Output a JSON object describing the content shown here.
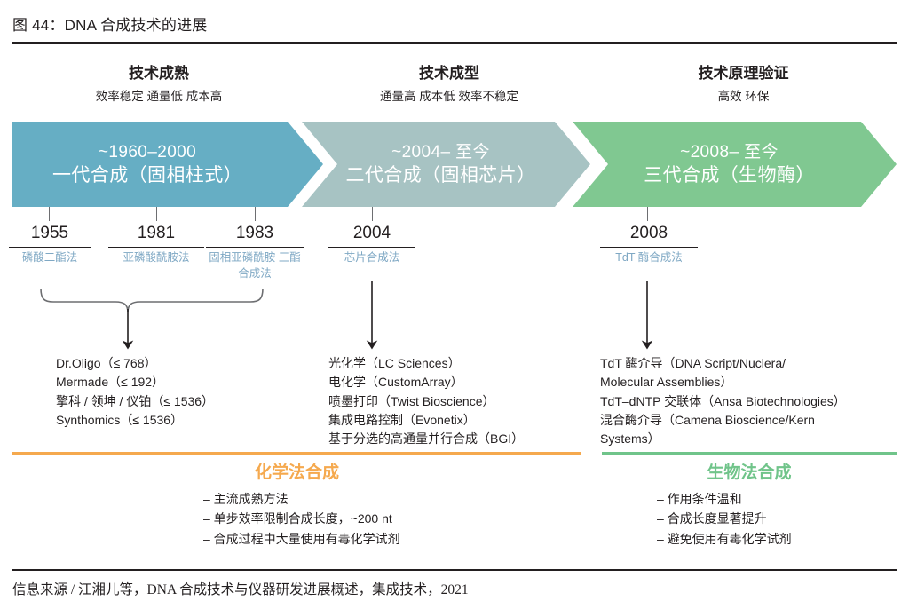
{
  "figure": {
    "title": "图 44：DNA 合成技术的进展",
    "source": "信息来源 / 江湘儿等，DNA 合成技术与仪器研发进展概述，集成技术，2021"
  },
  "colors": {
    "gen1": "#66aec4",
    "gen2": "#a7c3c3",
    "gen3": "#80c891",
    "method_label": "#7fa8c4",
    "chemical_accent": "#f5a94e",
    "biological_accent": "#70c48a",
    "ink": "#231f20",
    "connector": "#6d6e71"
  },
  "phases": [
    {
      "header_title": "技术成熟",
      "header_sub": "效率稳定 通量低 成本高",
      "banner_year": "~1960–2000",
      "banner_name": "一代合成（固相柱式）",
      "banner_color": "#66aec4"
    },
    {
      "header_title": "技术成型",
      "header_sub": "通量高 成本低 效率不稳定",
      "banner_year": "~2004– 至今",
      "banner_name": "二代合成（固相芯片）",
      "banner_color": "#a7c3c3"
    },
    {
      "header_title": "技术原理验证",
      "header_sub": "高效 环保",
      "banner_year": "~2008– 至今",
      "banner_name": "三代合成（生物酶）",
      "banner_color": "#80c891"
    }
  ],
  "milestones": [
    {
      "year": "1955",
      "method": "磷酸二酯法"
    },
    {
      "year": "1981",
      "method": "亚磷酸酰胺法"
    },
    {
      "year": "1983",
      "method": "固相亚磷酰胺\n三酯合成法"
    },
    {
      "year": "2004",
      "method": "芯片合成法"
    },
    {
      "year": "2008",
      "method": "TdT 酶合成法"
    }
  ],
  "item_lists": {
    "gen1": [
      "Dr.Oligo（≤ 768）",
      "Mermade（≤ 192）",
      "擎科 / 领坤 / 仪铂（≤ 1536）",
      "Synthomics（≤ 1536）"
    ],
    "gen2": [
      "光化学（LC Sciences）",
      "电化学（CustomArray）",
      "喷墨打印（Twist Bioscience）",
      "集成电路控制（Evonetix）",
      "基于分选的高通量并行合成（BGI）"
    ],
    "gen3": [
      "TdT 酶介导（DNA Script/Nuclera/",
      "Molecular Assemblies）",
      "TdT–dNTP 交联体（Ansa Biotechnologies）",
      "混合酶介导（Camena Bioscience/Kern",
      "Systems）"
    ]
  },
  "summaries": [
    {
      "title": "化学法合成",
      "accent": "#f5a94e",
      "bullets": [
        "– 主流成熟方法",
        "– 单步效率限制合成长度，~200 nt",
        "– 合成过程中大量使用有毒化学试剂"
      ]
    },
    {
      "title": "生物法合成",
      "accent": "#70c48a",
      "bullets": [
        "– 作用条件温和",
        "– 合成长度显著提升",
        "– 避免使用有毒化学试剂"
      ]
    }
  ]
}
